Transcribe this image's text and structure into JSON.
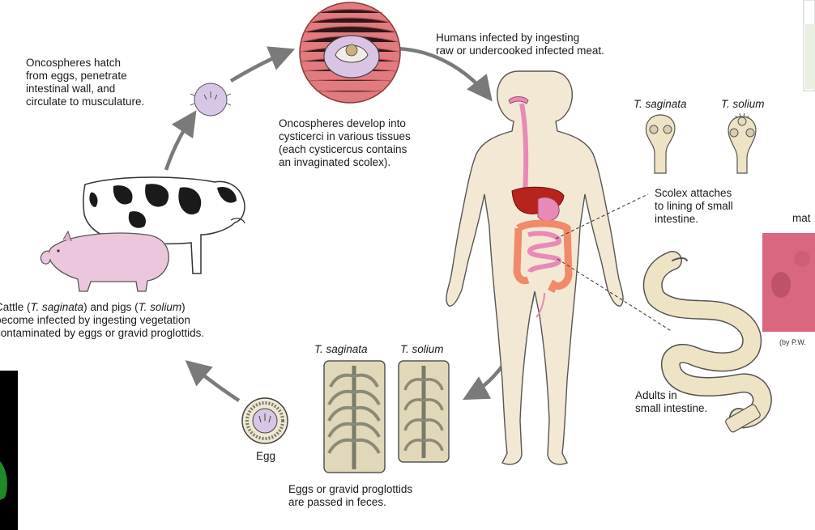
{
  "labels": {
    "hatch": [
      "Oncospheres hatch",
      "from eggs, penetrate",
      "intestinal wall, and",
      "circulate to musculature."
    ],
    "cysticerci": [
      "Oncospheres develop into",
      "cysticerci in various tissues",
      "(each cysticercus contains",
      "an invaginated scolex)."
    ],
    "humans": [
      "Humans infected by ingesting",
      "raw or undercooked infected meat."
    ],
    "scolex_saginata": "T. saginata",
    "scolex_solium": "T. solium",
    "scolex_attach": [
      "Scolex attaches",
      "to lining of small",
      "intestine."
    ],
    "adults": [
      "Adults in",
      "small intestine."
    ],
    "cattle": {
      "l1_a": "Cattle (",
      "l1_it1": "T. saginata",
      "l1_b": ") and pigs (",
      "l1_it2": "T. solium",
      "l1_c": ")",
      "l2": "become infected by ingesting vegetation",
      "l3": "contaminated by eggs or gravid proglottids."
    },
    "egg": "Egg",
    "prog_saginata": "T. saginata",
    "prog_solium": "T. solium",
    "feces": [
      "Eggs or gravid proglottids",
      "are passed in feces."
    ],
    "photo_fragment": "mat",
    "credit": "(by P.W."
  },
  "colors": {
    "arrow": "#7a7a7a",
    "muscle": "#e07b7f",
    "body": "#f2e8d3",
    "oncosphere": "#d8c6e6",
    "pig": "#ecc6dd",
    "liver": "#b8231c",
    "intestine": "#e88ab8",
    "colon": "#f08a6a",
    "worm": "#efe3c6",
    "proglottid": "#e0d8b8",
    "photo_pink": "#d9677f"
  }
}
